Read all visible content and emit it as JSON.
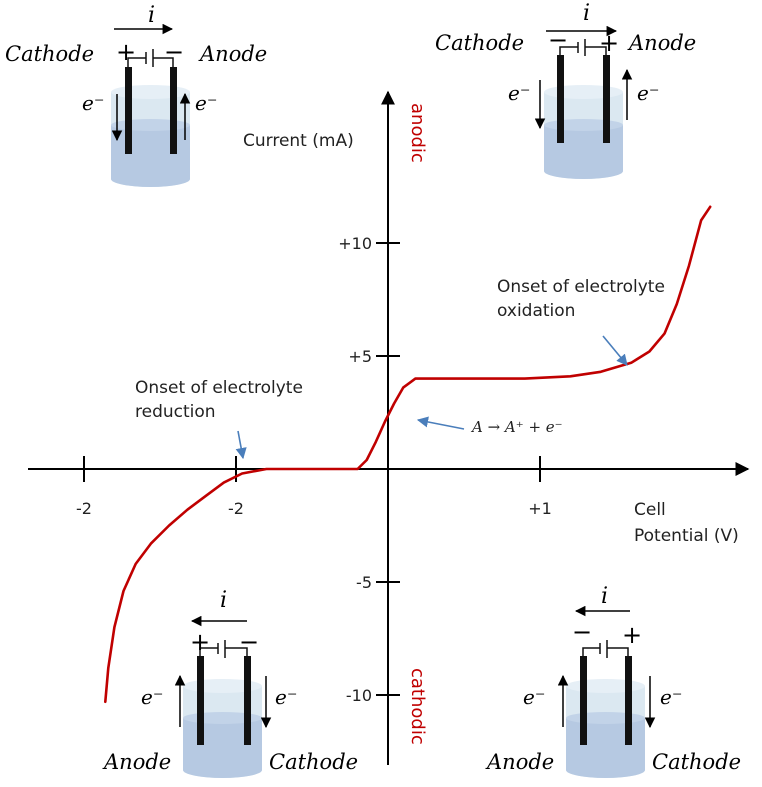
{
  "axes": {
    "y_label": "Current (mA)",
    "x_label_line1": "Cell",
    "x_label_line2": "Potential (V)",
    "anodic_label": "anodic",
    "cathodic_label": "cathodic"
  },
  "chart_data": {
    "type": "line",
    "xlabel": "Cell Potential (V)",
    "ylabel": "Current (mA)",
    "x_ticks": [
      {
        "value": -2.0,
        "label": "-2"
      },
      {
        "value": -1.0,
        "label": "-2"
      },
      {
        "value": 1.0,
        "label": "+1"
      }
    ],
    "y_ticks": [
      {
        "value": 10,
        "label": "+10"
      },
      {
        "value": 5,
        "label": "+5"
      },
      {
        "value": -5,
        "label": "-5"
      },
      {
        "value": -10,
        "label": "-10"
      }
    ],
    "xlim": [
      -2.4,
      2.3
    ],
    "ylim": [
      -12.8,
      16.5
    ],
    "series": [
      {
        "color": "#c00000",
        "x": [
          -1.86,
          -1.84,
          -1.8,
          -1.74,
          -1.66,
          -1.56,
          -1.44,
          -1.32,
          -1.2,
          -1.08,
          -0.96,
          -0.8,
          -0.6,
          -0.4,
          -0.2,
          -0.14,
          -0.08,
          -0.02,
          0.04,
          0.1,
          0.18,
          0.3,
          0.6,
          0.9,
          1.2,
          1.4,
          1.6,
          1.72,
          1.82,
          1.9,
          1.98,
          2.06,
          2.12
        ],
        "y": [
          -10.3,
          -8.8,
          -7.0,
          -5.4,
          -4.2,
          -3.3,
          -2.5,
          -1.8,
          -1.2,
          -0.6,
          -0.2,
          0.0,
          0.0,
          0.0,
          0.0,
          0.4,
          1.2,
          2.1,
          2.9,
          3.6,
          4.0,
          4.0,
          4.0,
          4.0,
          4.1,
          4.3,
          4.7,
          5.2,
          6.0,
          7.3,
          9.0,
          11.0,
          11.6
        ]
      }
    ]
  },
  "annotations": {
    "reduction_line1": "Onset of electrolyte",
    "reduction_line2": "reduction",
    "oxidation_line1": "Onset of electrolyte",
    "oxidation_line2": "oxidation",
    "reaction": "A → A⁺ + e⁻"
  },
  "cells": {
    "top_left": {
      "left": "Cathode",
      "right": "Anode",
      "current": "i",
      "left_sign": "+",
      "right_sign": "−",
      "left_electron": "e⁻",
      "right_electron": "e⁻"
    },
    "top_right": {
      "left": "Cathode",
      "right": "Anode",
      "current": "i",
      "left_sign": "−",
      "right_sign": "+",
      "left_electron": "e⁻",
      "right_electron": "e⁻"
    },
    "bottom_left": {
      "left": "Anode",
      "right": "Cathode",
      "current": "i",
      "left_sign": "+",
      "right_sign": "−",
      "left_electron": "e⁻",
      "right_electron": "e⁻"
    },
    "bottom_right": {
      "left": "Anode",
      "right": "Cathode",
      "current": "i",
      "left_sign": "−",
      "right_sign": "+",
      "left_electron": "e⁻",
      "right_electron": "e⁻"
    }
  },
  "colors": {
    "curve": "#c00000",
    "label_red": "#c00000",
    "pointer": "#4a7ebb",
    "liquid_light": "#dbe8f1",
    "liquid_dark": "#b6c9e2"
  }
}
